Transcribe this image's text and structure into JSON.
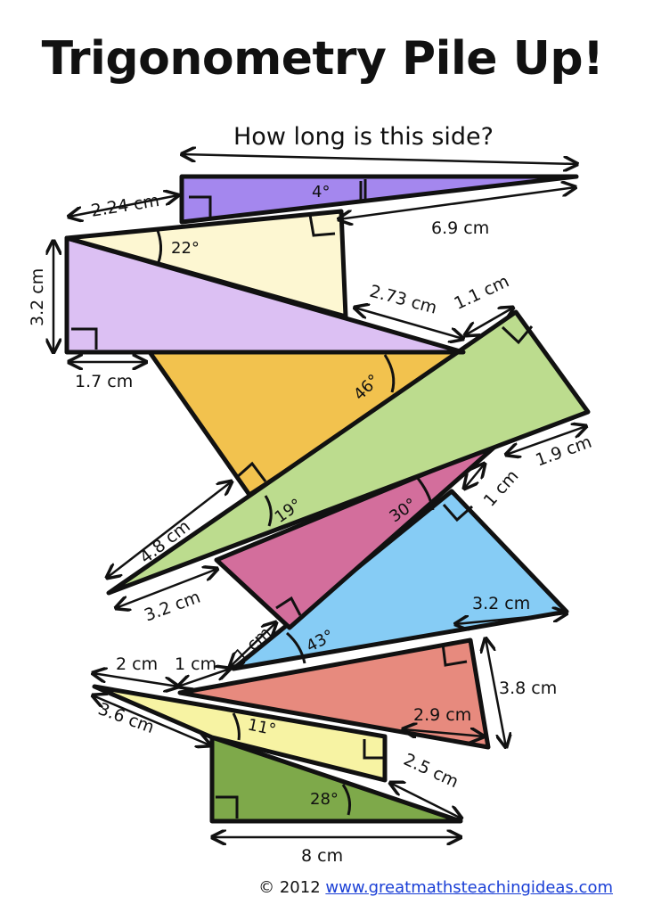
{
  "title": "Trigonometry Pile Up!",
  "question": "How long is this side?",
  "footer": {
    "copyright": "© 2012",
    "url": "www.greatmathsteachingideas.com"
  },
  "colors": {
    "top_purple": "#a487ee",
    "cream": "#fdf7d2",
    "lilac": "#dcc0f3",
    "orange": "#f2c24e",
    "green": "#bcdc8e",
    "magenta": "#d36e9c",
    "blue": "#86ccf5",
    "salmon": "#e78a7e",
    "yellow": "#f7f3a3",
    "olive": "#7ea94a"
  },
  "labels": {
    "l_2_24": "2.24 cm",
    "l_6_9": "6.9 cm",
    "l_3_2_left": "3.2 cm",
    "l_1_7": "1.7 cm",
    "l_2_73": "2.73 cm",
    "l_1_1": "1.1 cm",
    "l_1_9": "1.9 cm",
    "l_4_8": "4.8 cm",
    "l_3_2_low": "3.2 cm",
    "l_1_right": "1 cm",
    "l_3_2_right": "3.2 cm",
    "l_2": "2 cm",
    "l_1_a": "1 cm",
    "l_1_b": "1 cm",
    "l_3_8": "3.8 cm",
    "l_2_9": "2.9 cm",
    "l_3_6": "3.6 cm",
    "l_2_5": "2.5 cm",
    "l_8": "8 cm"
  },
  "angles": {
    "a4": "4°",
    "a22": "22°",
    "a46": "46°",
    "a19": "19°",
    "a30": "30°",
    "a43": "43°",
    "a11": "11°",
    "a28": "28°"
  }
}
